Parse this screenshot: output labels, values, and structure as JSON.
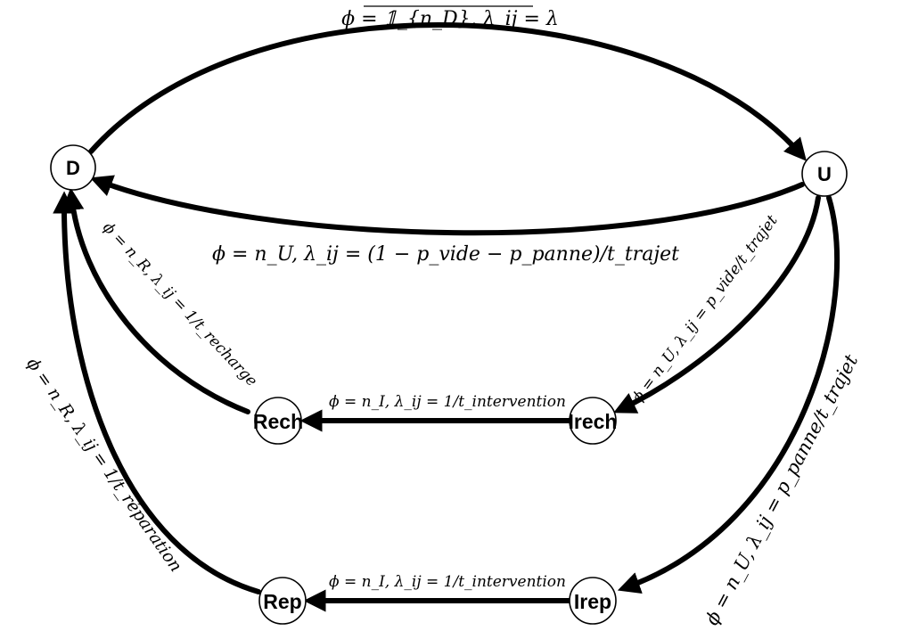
{
  "nodes": {
    "D": "D",
    "U": "U",
    "Rech": "Rech",
    "Irech": "Irech",
    "Rep": "Rep",
    "Irep": "Irep"
  },
  "edges": {
    "d_to_u": "ϕ = 𝟙_{n_D}, λ_ij = λ",
    "u_to_d": "ϕ = n_U, λ_ij = (1 − p_vide − p_panne)/t_trajet",
    "u_to_irech": "ϕ = n_U, λ_ij = p_vide/t_trajet",
    "u_to_irep": "ϕ = n_U, λ_ij = p_panne/t_trajet",
    "irech_to_rech": "ϕ = n_I, λ_ij = 1/t_intervention",
    "irep_to_rep": "ϕ = n_I, λ_ij = 1/t_intervention",
    "rech_to_d": "ϕ = n_R, λ_ij = 1/t_recharge",
    "rep_to_d": "ϕ = n_R, λ_ij = 1/t_réparation"
  }
}
